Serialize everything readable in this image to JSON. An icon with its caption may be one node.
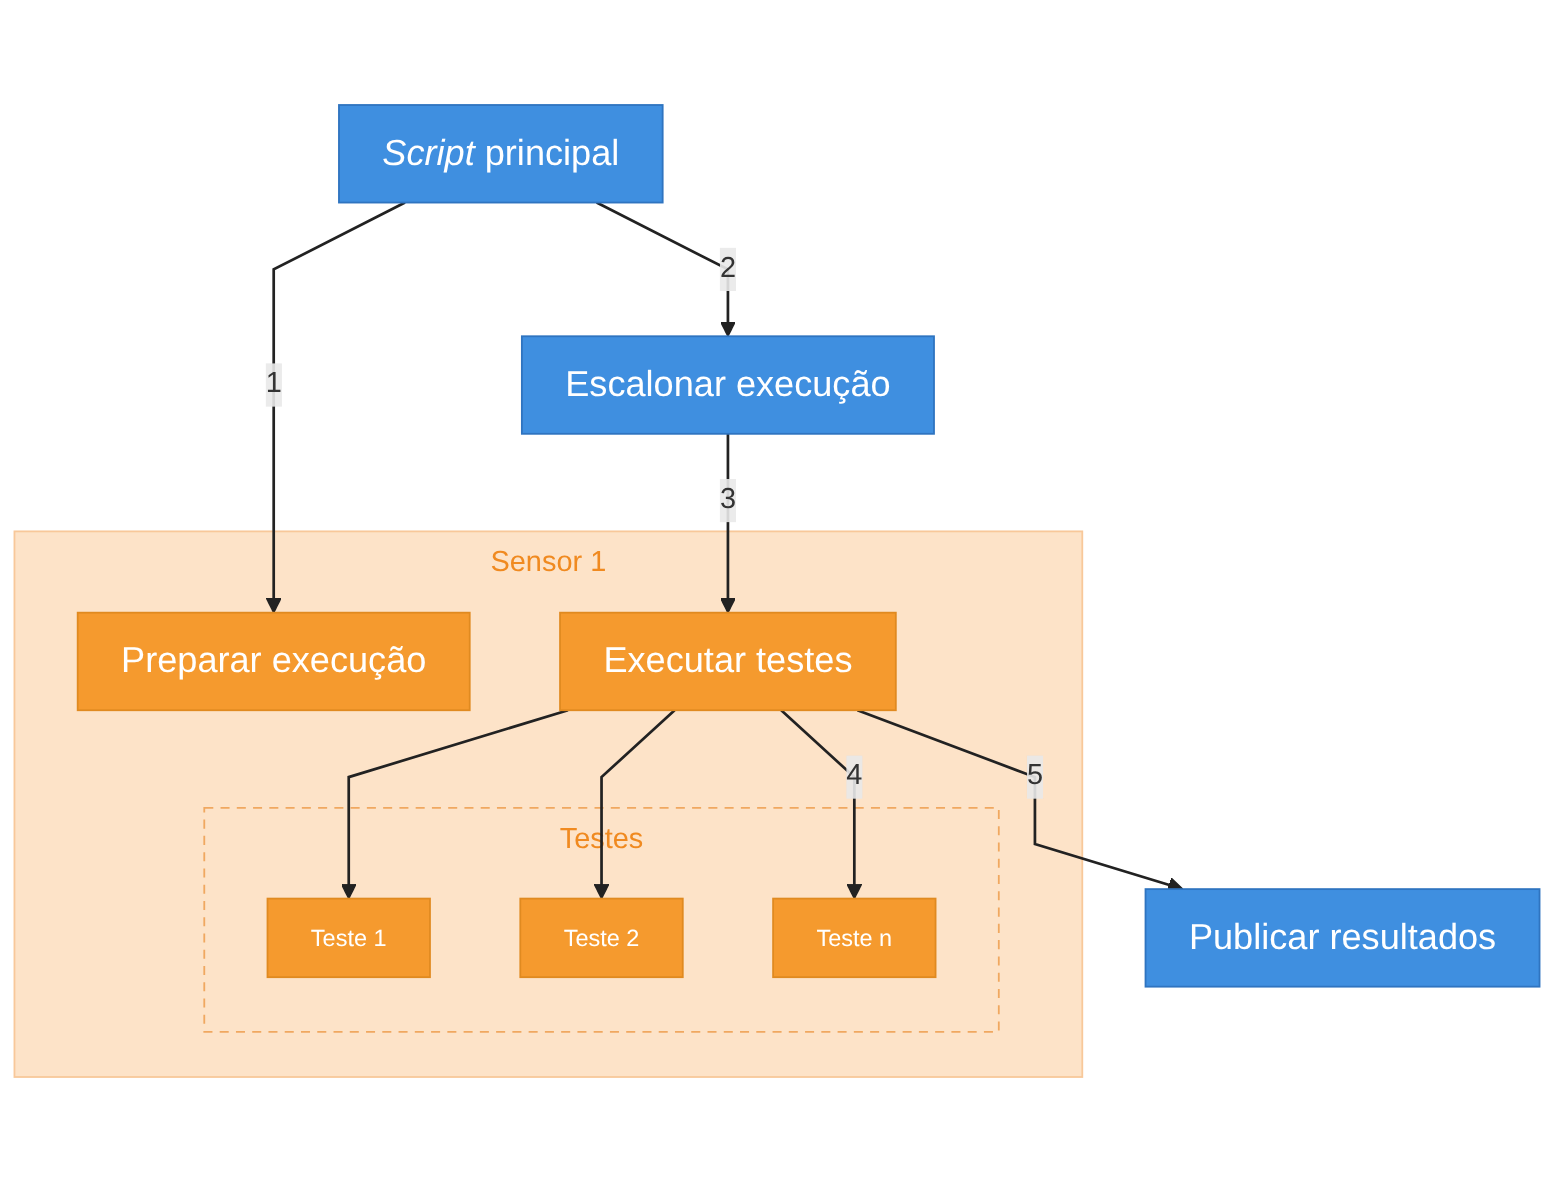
{
  "diagram": {
    "nodes": [
      {
        "text": [
          "*Script* principal"
        ]
      },
      {
        "text": [
          "Escalonar execução"
        ]
      },
      {
        "text": [
          "Sensor 1"
        ]
      },
      {
        "text": [
          "Preparar execução"
        ],
        "in": 2
      },
      {
        "text": [
          "Executar testes"
        ],
        "in": 2
      },
      {
        "text": [
          "Testes"
        ],
        "in": 2
      },
      {
        "text": [
          "Teste 1"
        ],
        "in": 5
      },
      {
        "text": [
          "Teste 2"
        ],
        "in": 5
      },
      {
        "text": [
          "Teste n"
        ],
        "in": 5
      },
      {
        "text": [
          "Publicar resultados"
        ]
      }
    ],
    "edges": [
      {
        "from": 0,
        "to": 3,
        "arrow": "to",
        "label": "1"
      },
      {
        "from": 0,
        "to": 1,
        "arrow": "to",
        "label": "2"
      },
      {
        "from": 1,
        "to": 4,
        "arrow": "to",
        "label": "3"
      },
      {
        "from": 4,
        "to": 6,
        "arrow": "to"
      },
      {
        "from": 4,
        "to": 7,
        "arrow": "to"
      },
      {
        "from": 4,
        "to": 8,
        "arrow": "to",
        "label": "4"
      },
      {
        "from": 4,
        "to": 9,
        "arrow": "to",
        "label": "5"
      }
    ]
  }
}
